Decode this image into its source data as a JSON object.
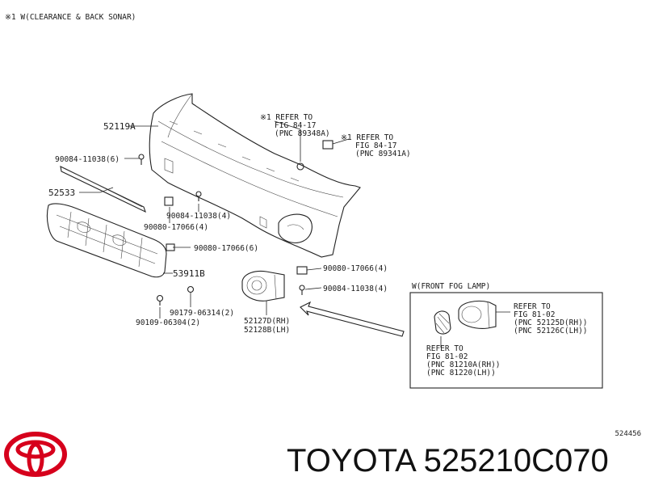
{
  "header_note": "※1 W(CLEARANCE & BACK SONAR)",
  "labels": {
    "p52119A": "52119A",
    "p90084_6": "90084-11038(6)",
    "p52533": "52533",
    "p90084_4a": "90084-11038(4)",
    "p90080_4a": "90080-17066(4)",
    "p90080_6": "90080-17066(6)",
    "p53911B": "53911B",
    "p90179": "90179-06314(2)",
    "p90109": "90109-06304(2)",
    "p90080_4b": "90080-17066(4)",
    "p90084_4b": "90084-11038(4)",
    "p52127D": "52127D(RH)",
    "p52128B": "52128B(LH)"
  },
  "refer1": [
    "※1 REFER TO",
    "FIG 84-17",
    "(PNC 89348A)"
  ],
  "refer2": [
    "※1 REFER TO",
    "FIG 84-17",
    "(PNC 89341A)"
  ],
  "fog_box": {
    "title": "W(FRONT FOG LAMP)",
    "refer_a": [
      "REFER TO",
      "FIG 81-02",
      "(PNC 52125D(RH))",
      "(PNC 52126C(LH))"
    ],
    "refer_b": [
      "REFER TO",
      "FIG 81-02",
      "(PNC 81210A(RH))",
      "(PNC 81220(LH))"
    ]
  },
  "diagram_code": "524456",
  "footer": "TOYOTA 525210C070",
  "colors": {
    "logo": "#d6001c",
    "ink": "#1a1a1a"
  }
}
